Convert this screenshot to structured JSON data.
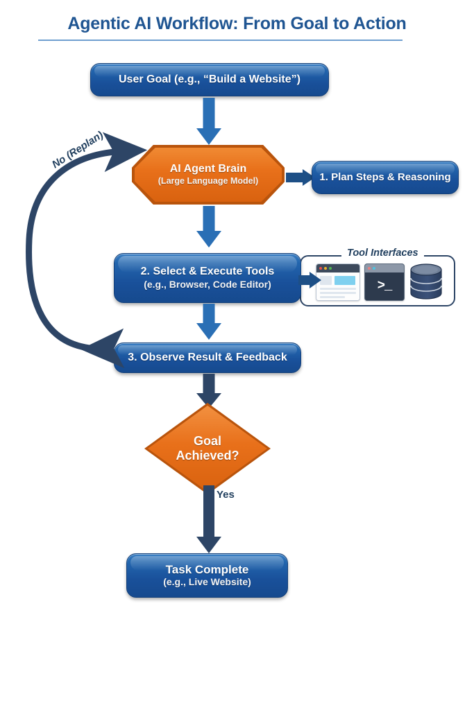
{
  "header": {
    "title": "Agentic AI Workflow: From Goal to Action",
    "rule_color": "#6f9fd0",
    "title_color": "#1f5592"
  },
  "palette": {
    "blue_node": "#1d5ba8",
    "blue_arrow": "#2a6fb5",
    "navy_arrow": "#2d4566",
    "orange_node": "#e8701a",
    "orange_border": "#b9540c",
    "text_navy": "#22405f"
  },
  "nodes": {
    "user_goal": {
      "label": "User Goal (e.g., “Build a Website”)",
      "shape": "rounded-rect",
      "color": "#1d5ba8"
    },
    "agent_brain": {
      "line1": "AI Agent Brain",
      "line2": "(Large Language Model)",
      "shape": "octagon",
      "color": "#e8701a"
    },
    "plan_steps": {
      "label": "1. Plan Steps & Reasoning",
      "shape": "rounded-rect",
      "color": "#1d5ba8"
    },
    "execute_tools": {
      "line1": "2. Select & Execute Tools",
      "line2": "(e.g., Browser, Code Editor)",
      "shape": "rounded-rect",
      "color": "#1d5ba8"
    },
    "observe_result": {
      "label": "3. Observe Result & Feedback",
      "shape": "rounded-rect",
      "color": "#1d5ba8"
    },
    "goal_achieved": {
      "line1": "Goal",
      "line2": "Achieved?",
      "shape": "diamond",
      "color": "#e8701a"
    },
    "task_complete": {
      "line1": "Task Complete",
      "line2": "(e.g., Live Website)",
      "shape": "rounded-rect",
      "color": "#1d5ba8"
    }
  },
  "tool_group": {
    "legend": "Tool Interfaces",
    "icons": [
      {
        "name": "browser-window-icon",
        "dots": [
          "#e8514a",
          "#f0b429",
          "#4fb94f"
        ]
      },
      {
        "name": "terminal-icon",
        "prompt": ">_",
        "dots": [
          "#e8807f",
          "#4fc3e0"
        ]
      },
      {
        "name": "database-icon",
        "segments": 3
      }
    ]
  },
  "edges": {
    "no_replan": "No (Replan)",
    "yes": "Yes"
  }
}
